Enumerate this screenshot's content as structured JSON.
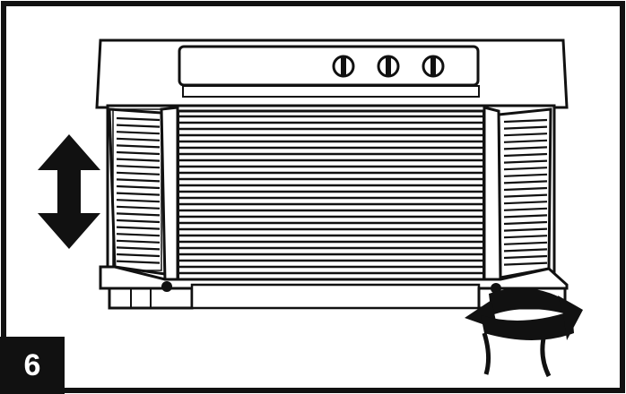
{
  "step": {
    "number": "6"
  },
  "illustration": {
    "subject": "window-air-conditioner",
    "knob_count": 3,
    "icons": [
      "vertical-double-arrow-icon",
      "rotate-arrow-icon"
    ],
    "colors": {
      "ink": "#111111",
      "paper": "#ffffff"
    }
  }
}
